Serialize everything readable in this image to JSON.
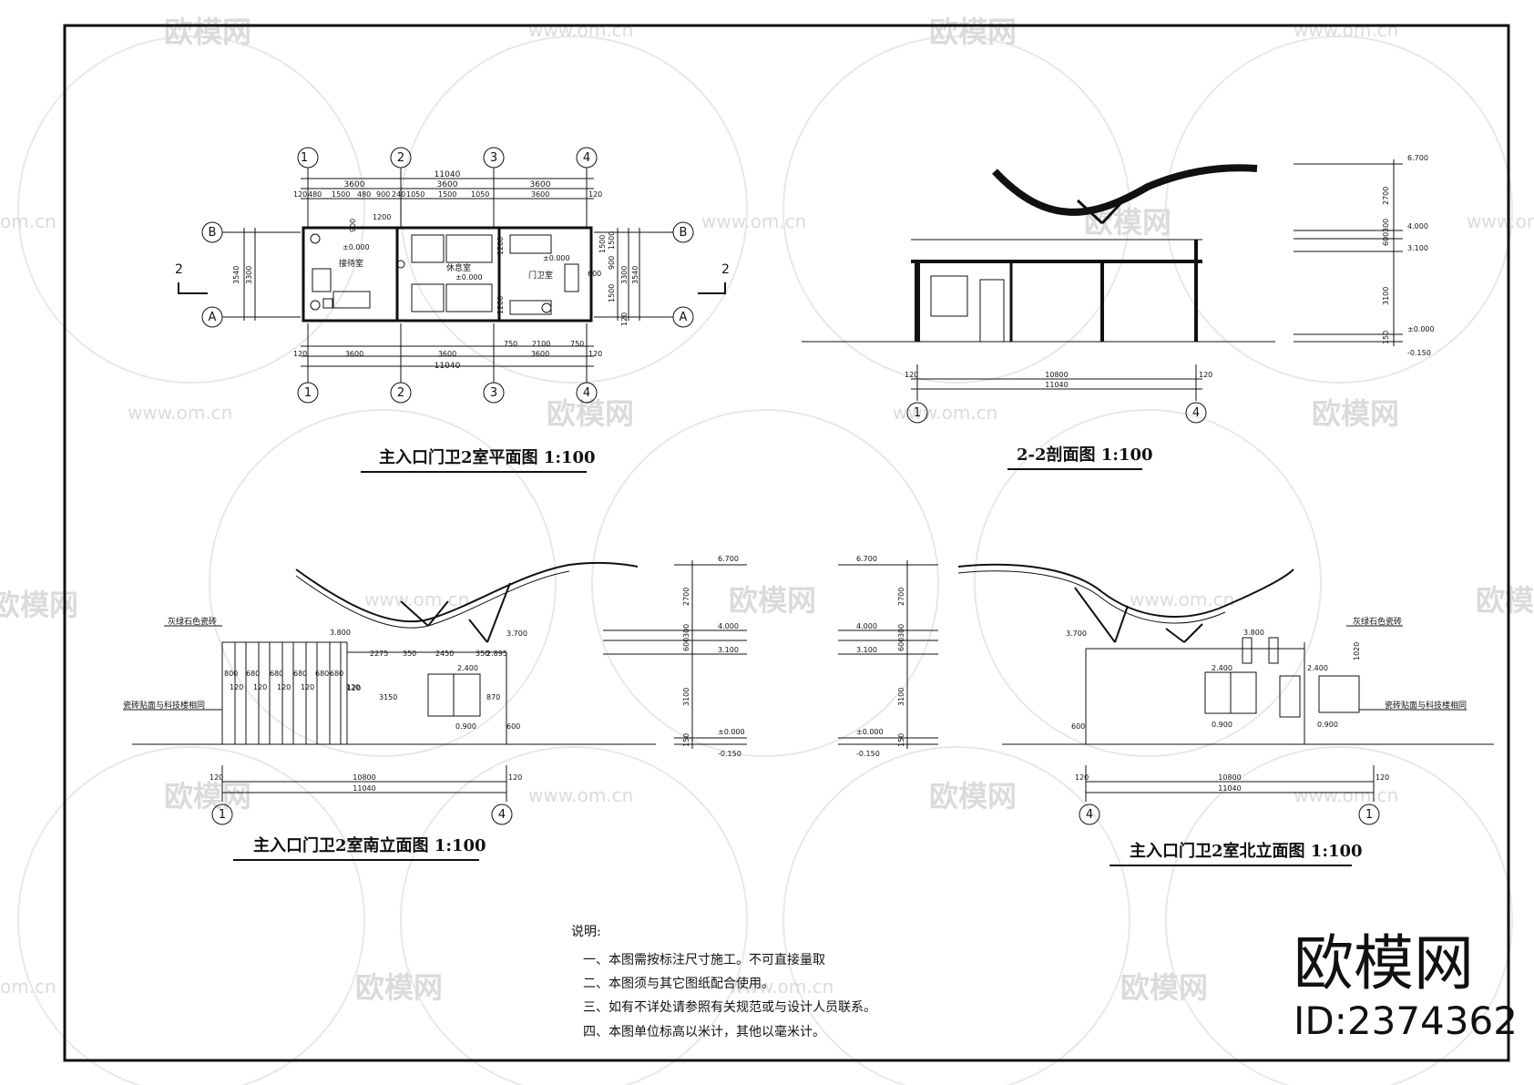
{
  "watermark": {
    "brand": "欧模网",
    "url": "www.om.cn",
    "url_short": "om.cn"
  },
  "brand_mark": {
    "logo": "欧模网",
    "id": "ID:2374362"
  },
  "plan": {
    "title": "主入口门卫2室平面图 1:100",
    "axes": [
      "1",
      "2",
      "3",
      "4"
    ],
    "rows": [
      "B",
      "A"
    ],
    "total": "11040",
    "bays": [
      "3600",
      "3600",
      "3600"
    ],
    "sub_dims": [
      "120",
      "480",
      "1500",
      "480",
      "900",
      "240",
      "1050",
      "1500",
      "1050",
      "3600",
      "120"
    ],
    "mid_dim": "1200",
    "bottom_sub": [
      "120",
      "3600",
      "3600",
      "750",
      "2100",
      "750",
      "120"
    ],
    "bottom_bay": "3600",
    "side_dims": [
      "3540",
      "3300"
    ],
    "right_dims": [
      "1500",
      "900",
      "1500",
      "120",
      "3300",
      "3540",
      "1200",
      "1200"
    ],
    "room1": "接待室",
    "room2": "休息室",
    "room3": "门卫室",
    "elev1": "±0.000",
    "elev2": "±0.000",
    "elev3": "±0.000",
    "small_dims": [
      "1500",
      "600",
      "900"
    ],
    "section_mark": "2"
  },
  "section": {
    "title": "2-2剖面图 1:100",
    "axes": [
      "1",
      "4"
    ],
    "dims": [
      "120",
      "10800",
      "120",
      "11040"
    ],
    "levels": [
      "6.700",
      "4.000",
      "3.100",
      "±0.000",
      "-0.150"
    ],
    "vdims": [
      "2700",
      "600",
      "300",
      "3100",
      "150"
    ]
  },
  "south": {
    "title": "主入口门卫2室南立面图 1:100",
    "axes": [
      "1",
      "4"
    ],
    "label1": "灰绿石色瓷砖",
    "label2": "瓷砖贴面与科技楼相同",
    "dims": [
      "800",
      "680",
      "680",
      "680",
      "680",
      "680"
    ],
    "dims2": [
      "120",
      "120",
      "120",
      "120",
      "120"
    ],
    "h1": "3.800",
    "h2": "3.700",
    "d1": [
      "2275",
      "350",
      "2450",
      "350"
    ],
    "d2": "2.895",
    "d3": "3150",
    "d4": "870",
    "w1": "2.400",
    "w2": "0.900",
    "d5": "600",
    "d6": "120",
    "bottom": [
      "120",
      "10800",
      "120",
      "11040"
    ],
    "levels": [
      "6.700",
      "4.000",
      "3.100",
      "±0.000",
      "-0.150"
    ],
    "vdims": [
      "2700",
      "600",
      "300",
      "3100",
      "150"
    ]
  },
  "north": {
    "title": "主入口门卫2室北立面图 1:100",
    "axes": [
      "4",
      "1"
    ],
    "label1": "灰绿石色瓷砖",
    "label2": "瓷砖贴面与科技楼相同",
    "h1": "3.800",
    "h2": "3.700",
    "w1": "2.400",
    "w2": "2.400",
    "w3": "0.900",
    "w4": "0.900",
    "d1": "600",
    "d2": "1020",
    "bottom": [
      "120",
      "10800",
      "120",
      "11040"
    ],
    "levels": [
      "6.700",
      "4.000",
      "3.100",
      "±0.000",
      "-0.150"
    ],
    "vdims": [
      "2700",
      "600",
      "300",
      "3100",
      "150"
    ]
  },
  "notes": {
    "heading": "说明:",
    "items": [
      "一、本图需按标注尺寸施工。不可直接量取",
      "二、本图须与其它图纸配合使用。",
      "三、如有不详处请参照有关规范或与设计人员联系。",
      "四、本图单位标高以米计，其他以毫米计。"
    ]
  }
}
